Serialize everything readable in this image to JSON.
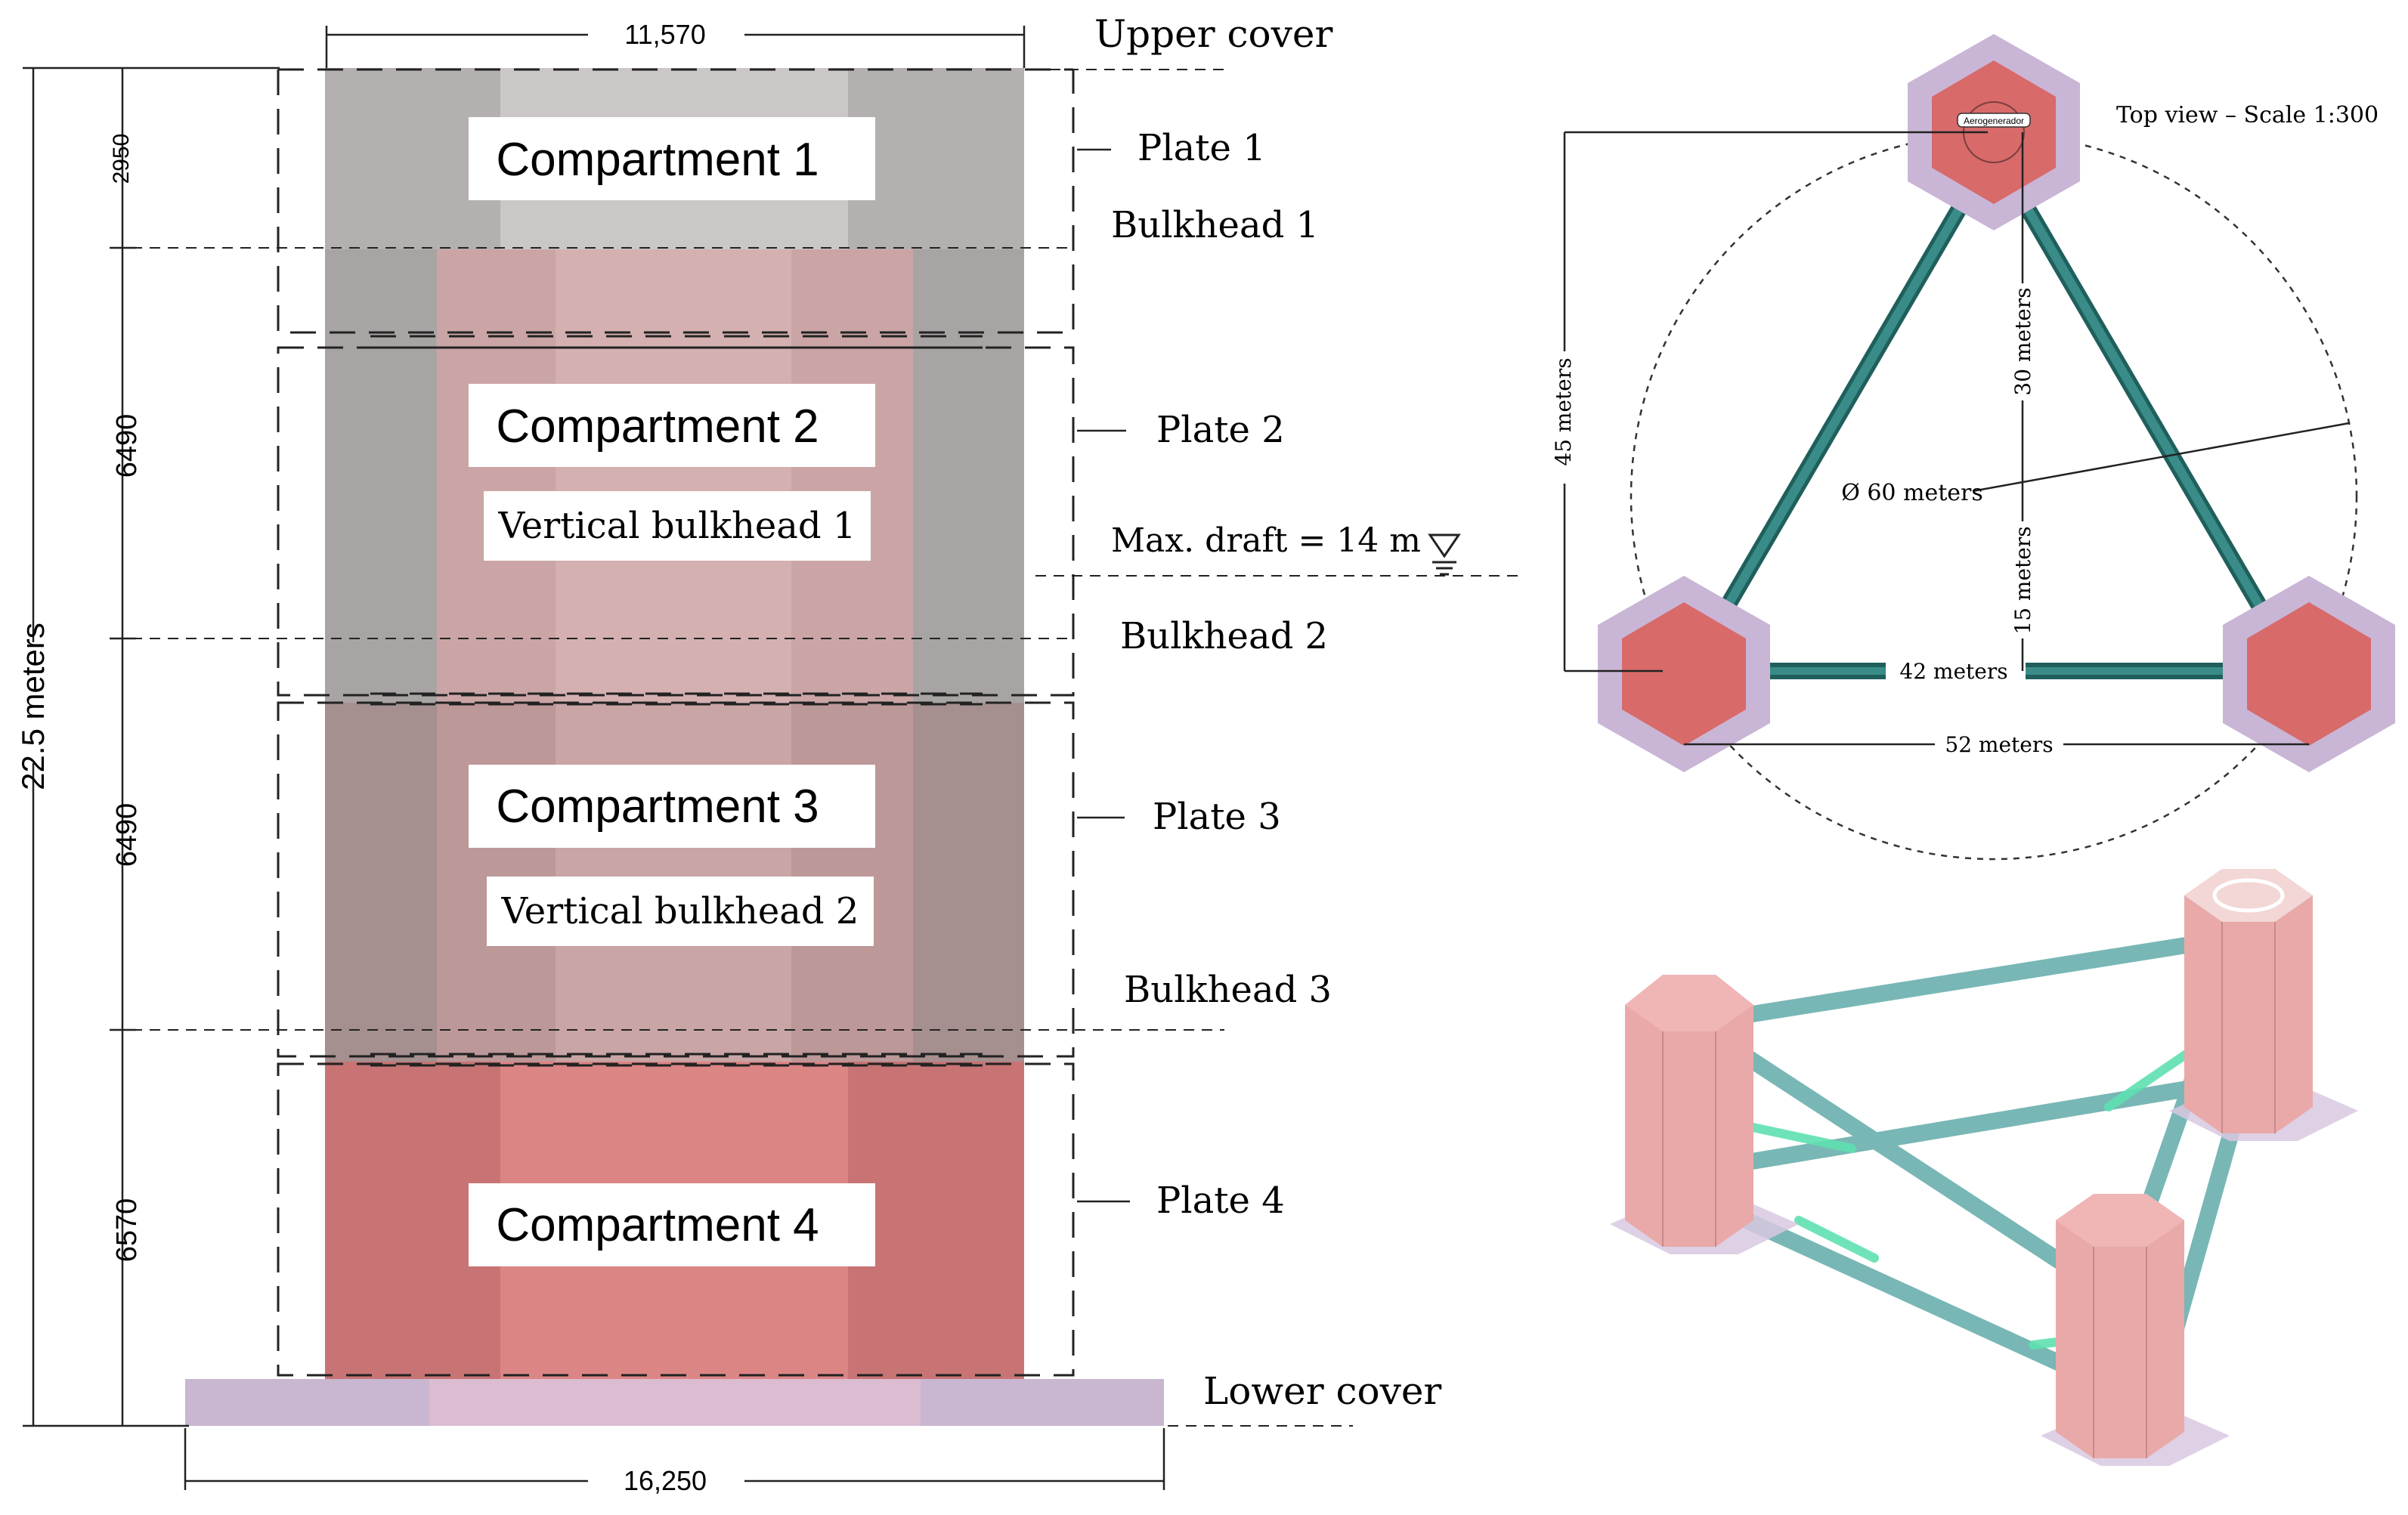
{
  "labels": {
    "upper_cover": "Upper cover",
    "lower_cover": "Lower cover",
    "plate_1": "Plate 1",
    "plate_2": "Plate 2",
    "plate_3": "Plate 3",
    "plate_4": "Plate 4",
    "bulkhead_1": "Bulkhead 1",
    "bulkhead_2": "Bulkhead 2",
    "bulkhead_3": "Bulkhead 3",
    "max_draft": "Max. draft = 14 m"
  },
  "compartments": {
    "c1": "Compartment 1",
    "c2": "Compartment 2",
    "c3": "Compartment 3",
    "c4": "Compartment 4",
    "vb1": "Vertical bulkhead 1",
    "vb2": "Vertical bulkhead 2"
  },
  "dimensions": {
    "top_width": "11,570",
    "bottom_width": "16,250",
    "total_height": "22.5 meters",
    "h1": "2950",
    "h2": "6490",
    "h3": "6490",
    "h4": "6570"
  },
  "top_view": {
    "title": "Top view – Scale 1:300",
    "turbine_label": "Aerogenerador",
    "d45": "45 meters",
    "d30": "30 meters",
    "d15": "15 meters",
    "diameter": "Ø 60 meters",
    "d42": "42 meters",
    "d52": "52 meters"
  },
  "colors": {
    "compartment_red": "#dc8585",
    "grey_overlay": "#a9a4a4",
    "column_lilac": "#c9b6d6",
    "column_red": "#d86a6a",
    "brace_teal": "#2e7d7a"
  }
}
